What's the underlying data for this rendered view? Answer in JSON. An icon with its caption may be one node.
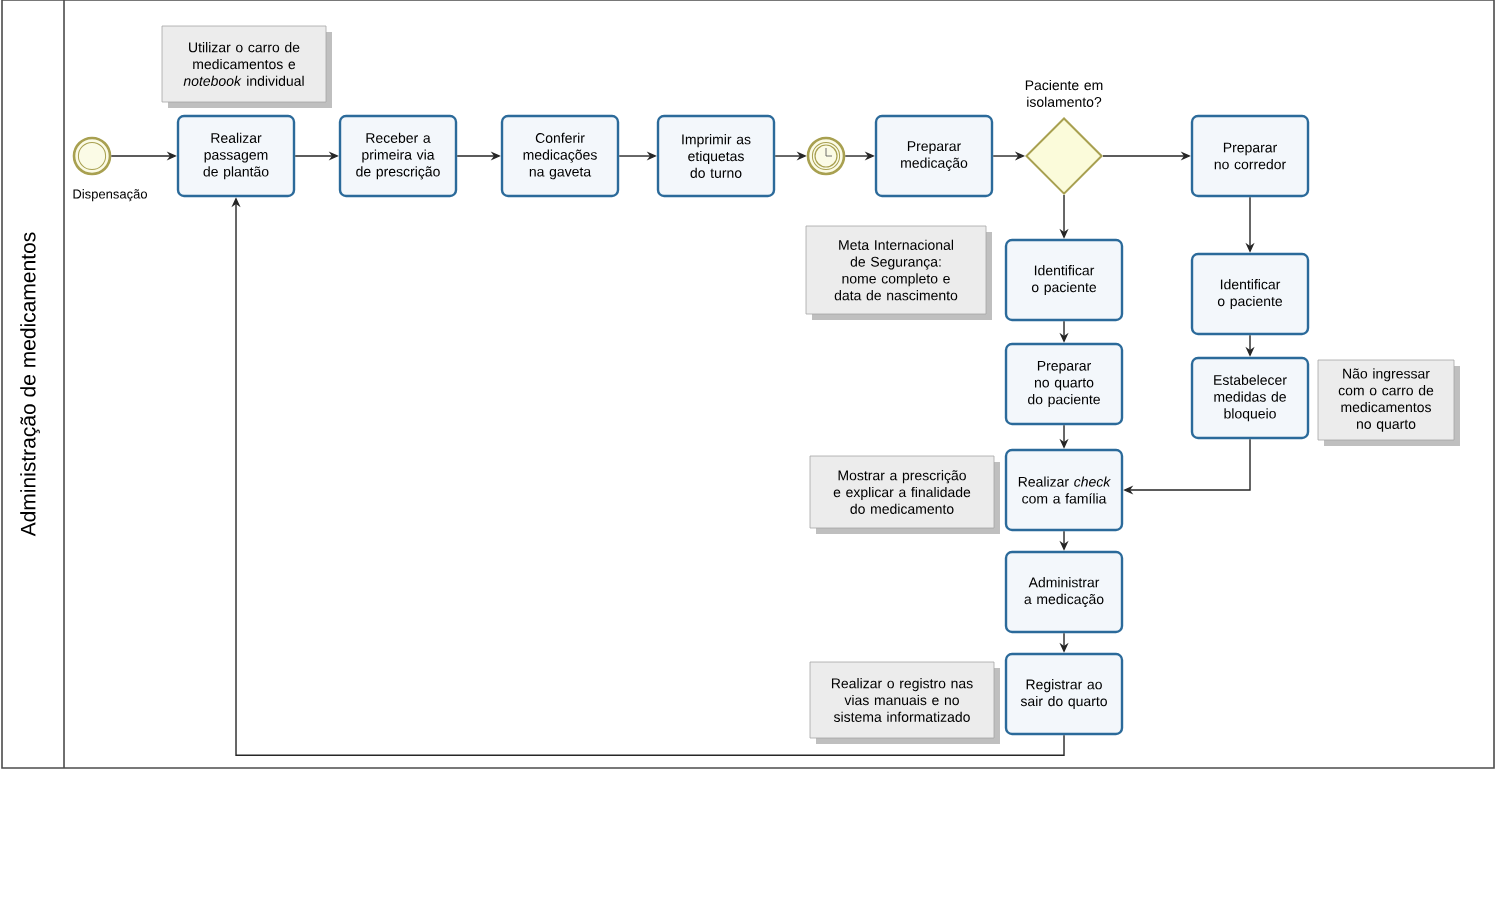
{
  "diagram": {
    "nodes": [
      {
        "text": [
          "Administração de medicamentos"
        ]
      },
      {
        "text": [],
        "shape": "circle",
        "beside": [
          "Dispensação"
        ],
        "in": 0
      },
      {
        "text": [
          "Realizar passagem de plantão"
        ],
        "in": 0
      },
      {
        "text": [
          "Receber a primeira via de prescrição"
        ],
        "in": 0
      },
      {
        "text": [
          "Conferir medicações na gaveta"
        ],
        "in": 0
      },
      {
        "text": [
          "Imprimir as etiquetas do turno"
        ],
        "in": 0
      },
      {
        "text": [],
        "shape": "circle",
        "in": 0
      },
      {
        "text": [
          "Preparar medicação"
        ],
        "in": 0
      },
      {
        "text": [
          "Paciente em isolamento?"
        ],
        "in": 0
      },
      {
        "text": [
          "Preparar no corredor"
        ],
        "in": 0
      },
      {
        "text": [
          "Identificar o paciente"
        ],
        "in": 0
      },
      {
        "text": [
          "Identificar o paciente"
        ],
        "in": 0
      },
      {
        "text": [
          "Preparar no quarto do paciente"
        ],
        "in": 0
      },
      {
        "text": [
          "Estabelecer medidas de bloqueio"
        ],
        "in": 0
      },
      {
        "text": [
          "Realizar *check* com a família"
        ],
        "in": 0
      },
      {
        "text": [
          "Administrar a medicação"
        ],
        "in": 0
      },
      {
        "text": [
          "Registrar ao sair do quarto"
        ],
        "in": 0
      },
      {
        "text": [
          "Utilizar o carro de medicamentos e *notebook* individual"
        ],
        "in": 0
      },
      {
        "text": [
          "Meta Internacional de Segurança: nome completo e data de nascimento"
        ],
        "in": 0
      },
      {
        "text": [
          "Não ingressar com o carro de medicamentos no quarto"
        ],
        "in": 0
      },
      {
        "text": [
          "Mostrar a prescrição e explicar a finalidade do medicamento"
        ],
        "in": 0
      },
      {
        "text": [
          "Realizar o registro nas vias manuais e no sistema informatizado"
        ],
        "in": 0
      }
    ],
    "edges": [
      {
        "from": 1,
        "to": 2,
        "arrow": "to"
      },
      {
        "from": 2,
        "to": 3,
        "arrow": "to"
      },
      {
        "from": 3,
        "to": 4,
        "arrow": "to"
      },
      {
        "from": 4,
        "to": 5,
        "arrow": "to"
      },
      {
        "from": 5,
        "to": 6,
        "arrow": "to"
      },
      {
        "from": 6,
        "to": 7,
        "arrow": "to"
      },
      {
        "from": 7,
        "to": 8,
        "arrow": "to"
      },
      {
        "from": 8,
        "to": 9,
        "arrow": "to"
      },
      {
        "from": 8,
        "to": 10,
        "arrow": "to"
      },
      {
        "from": 9,
        "to": 11,
        "arrow": "to"
      },
      {
        "from": 10,
        "to": 12,
        "arrow": "to"
      },
      {
        "from": 11,
        "to": 13,
        "arrow": "to"
      },
      {
        "from": 12,
        "to": 14,
        "arrow": "to"
      },
      {
        "from": 13,
        "to": 14,
        "arrow": "to"
      },
      {
        "from": 14,
        "to": 15,
        "arrow": "to"
      },
      {
        "from": 15,
        "to": 16,
        "arrow": "to"
      },
      {
        "from": 16,
        "to": 2,
        "arrow": "to"
      }
    ]
  }
}
